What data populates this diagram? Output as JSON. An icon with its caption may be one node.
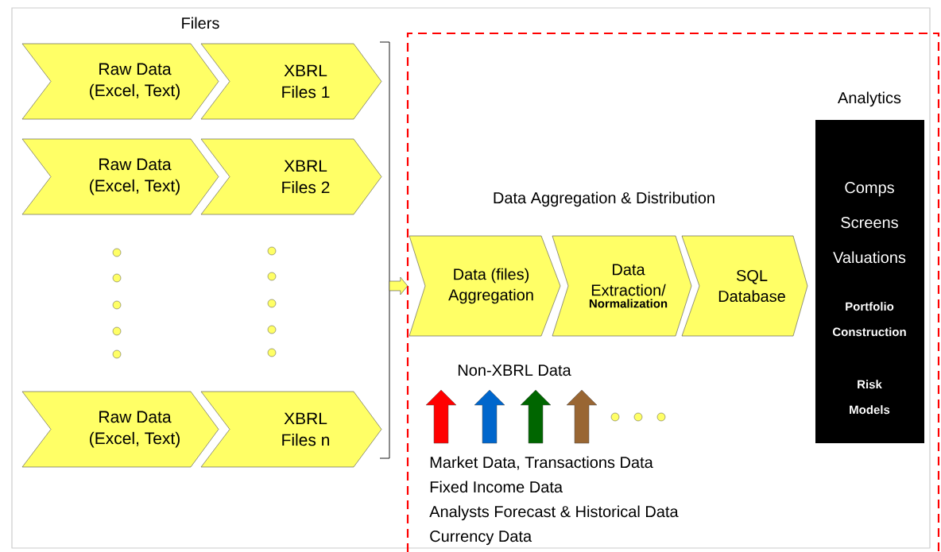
{
  "diagram": {
    "nodes": [
      {
        "text": [
          "Raw Data (Excel, Text)"
        ]
      },
      {
        "text": [
          "XBRL Files 1"
        ]
      },
      {
        "text": [
          "Raw Data (Excel, Text)"
        ]
      },
      {
        "text": [
          "XBRL Files 2"
        ]
      },
      {
        "text": [
          "Raw Data (Excel, Text)"
        ]
      },
      {
        "text": [
          "XBRL Files n"
        ]
      },
      {
        "text": [
          "Data (files) Aggregation"
        ]
      },
      {
        "text": [
          "Data Extraction/",
          "Normalization"
        ]
      },
      {
        "text": [
          "SQL Database"
        ]
      },
      {
        "text": [
          "Analytics",
          "Comps",
          "Screens",
          "Valuations",
          "Portfolio Construction",
          "Risk Models"
        ]
      }
    ],
    "edges": [
      {
        "from": null,
        "to": 6,
        "arrow": "to"
      }
    ],
    "labels": [
      "Filers",
      "Data Aggregation & Distribution",
      "Non-XBRL Data",
      "Market Data, Transactions Data",
      "Fixed Income Data",
      "Analysts Forecast & Historical Data",
      "Currency Data"
    ]
  }
}
